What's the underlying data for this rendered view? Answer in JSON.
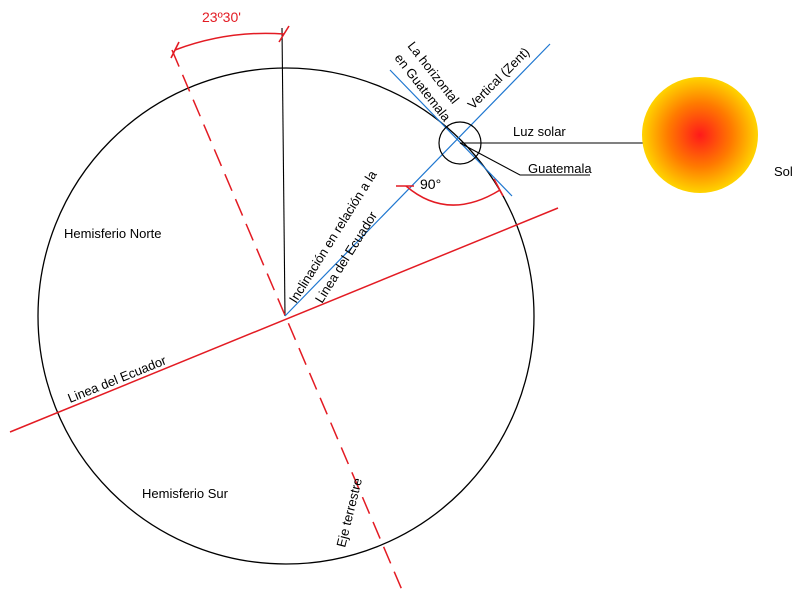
{
  "colors": {
    "line": "#000000",
    "red": "#e31b23",
    "blue": "#1f77d0",
    "sun_center": "#ff1a1a",
    "sun_mid": "#ff7a00",
    "sun_edge": "#ffd400"
  },
  "labels": {
    "angle_tilt": "23º30'",
    "horizontal_line1": "La horizontal",
    "horizontal_line2": "en Guatemala",
    "vertical": "Vertical (Zent)",
    "luz_solar": "Luz solar",
    "guatemala": "Guatemala",
    "angle_right": "90°",
    "sol": "Sol",
    "hemisferio_norte": "Hemisferio Norte",
    "hemisferio_sur": "Hemisferio Sur",
    "inclinacion_line1": "Inclinación en relación a la",
    "inclinacion_line2": "Linea del Ecuador",
    "linea_ecuador": "Linea del Ecuador",
    "eje_terrestre": "Eje terrestre"
  }
}
